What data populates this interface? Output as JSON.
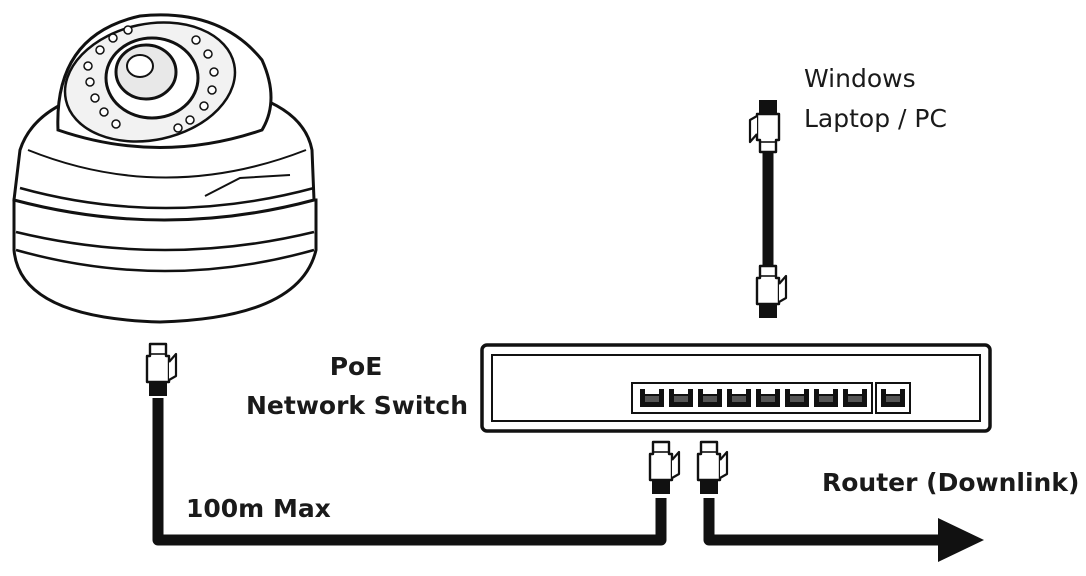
{
  "labels": {
    "laptop_line1": "Windows",
    "laptop_line2": "Laptop / PC",
    "switch_line1": "PoE",
    "switch_line2": "Network Switch",
    "router": "Router (Downlink)",
    "distance": "100m Max"
  },
  "icons": {
    "camera": "dome-camera-icon",
    "switch": "network-switch-icon",
    "connector": "rj45-connector-icon",
    "arrow": "arrow-right-icon"
  },
  "switch_ports": {
    "poe_port_count": 8,
    "uplink_port_count": 1
  },
  "colors": {
    "line": "#111111",
    "background": "#ffffff"
  }
}
